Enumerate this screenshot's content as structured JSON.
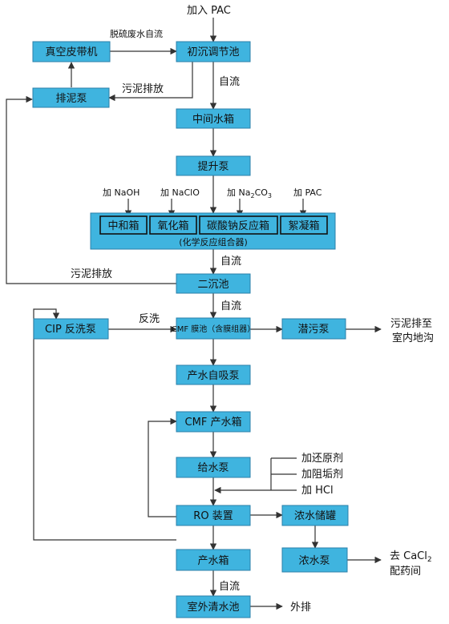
{
  "boxes": {
    "vacuum_belt": "真空皮带机",
    "initial_settling": "初沉调节池",
    "sludge_pump": "排泥泵",
    "middle_tank": "中间水箱",
    "lift_pump": "提升泵",
    "neutralization": "中和箱",
    "oxidation": "氧化箱",
    "carbonate_reaction": "碳酸钠反应箱",
    "flocculation": "絮凝箱",
    "chemical_group": "(化学反应组合器)",
    "second_settling": "二沉池",
    "cip_pump": "CIP 反洗泵",
    "cmf_tank": "CMF 膜池（含膜组器）",
    "submersible_pump": "潜污泵",
    "self_priming_pump": "产水自吸泵",
    "cmf_product_tank": "CMF 产水箱",
    "feed_pump": "给水泵",
    "ro_device": "RO 装置",
    "concentrate_storage": "浓水储罐",
    "product_tank": "产水箱",
    "concentrate_pump": "浓水泵",
    "outdoor_pool": "室外清水池"
  },
  "labels": {
    "add_pac_top": "加入 PAC",
    "desulfurization_flow": "脱硫废水自流",
    "sludge_discharge_1": "污泥排放",
    "self_flow_1": "自流",
    "add_naoh": "加 NaOH",
    "add_naclo": "加 NaClO",
    "add_na2co3_prefix": "加 Na",
    "add_na2co3_sub2": "2",
    "add_na2co3_mid": "CO",
    "add_na2co3_sub3": "3",
    "add_pac_chem": "加 PAC",
    "self_flow_2": "自流",
    "sludge_discharge_2": "污泥排放",
    "self_flow_3": "自流",
    "backwash": "反洗",
    "sludge_to_trench_1": "污泥排至",
    "sludge_to_trench_2": "室内地沟",
    "add_reductant": "加还原剂",
    "add_antiscalant": "加阻垢剂",
    "add_hcl": "加 HCl",
    "to_cacl2_prefix": "去 CaCl",
    "to_cacl2_sub": "2",
    "to_cacl2_2": "配药间",
    "self_flow_4": "自流",
    "discharge_out": "外排"
  }
}
